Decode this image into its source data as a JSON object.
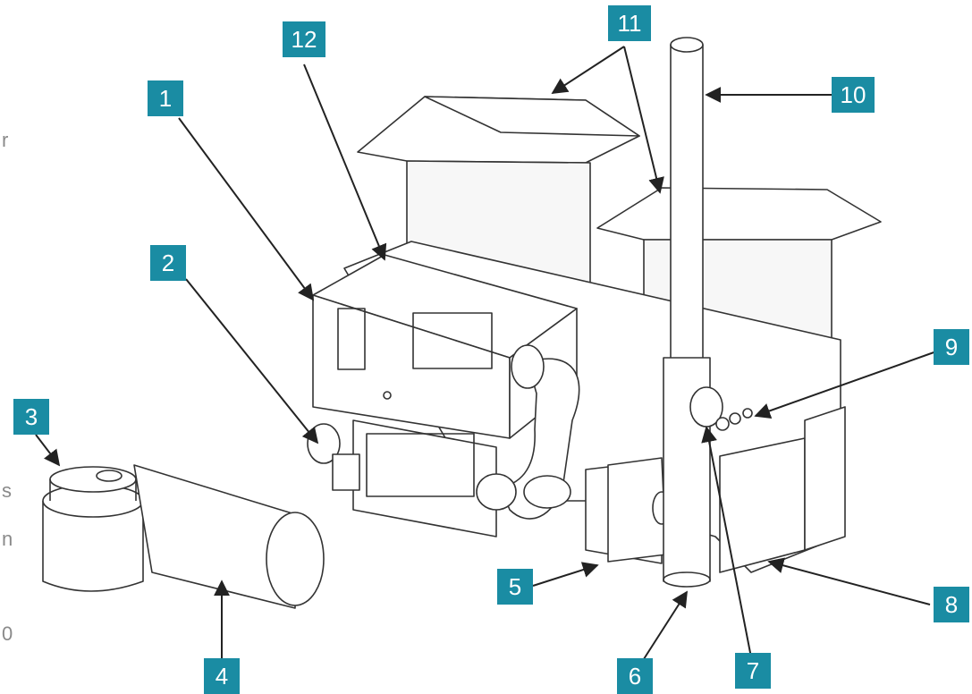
{
  "accent_color": "#1a8ca3",
  "callouts": [
    {
      "id": "1",
      "label": "1"
    },
    {
      "id": "2",
      "label": "2"
    },
    {
      "id": "3",
      "label": "3"
    },
    {
      "id": "4",
      "label": "4"
    },
    {
      "id": "5",
      "label": "5"
    },
    {
      "id": "6",
      "label": "6"
    },
    {
      "id": "7",
      "label": "7"
    },
    {
      "id": "8",
      "label": "8"
    },
    {
      "id": "9",
      "label": "9"
    },
    {
      "id": "10",
      "label": "10"
    },
    {
      "id": "11",
      "label": "11"
    },
    {
      "id": "12",
      "label": "12"
    }
  ],
  "edge_fragments": [
    "r",
    "s",
    "n",
    "0"
  ]
}
